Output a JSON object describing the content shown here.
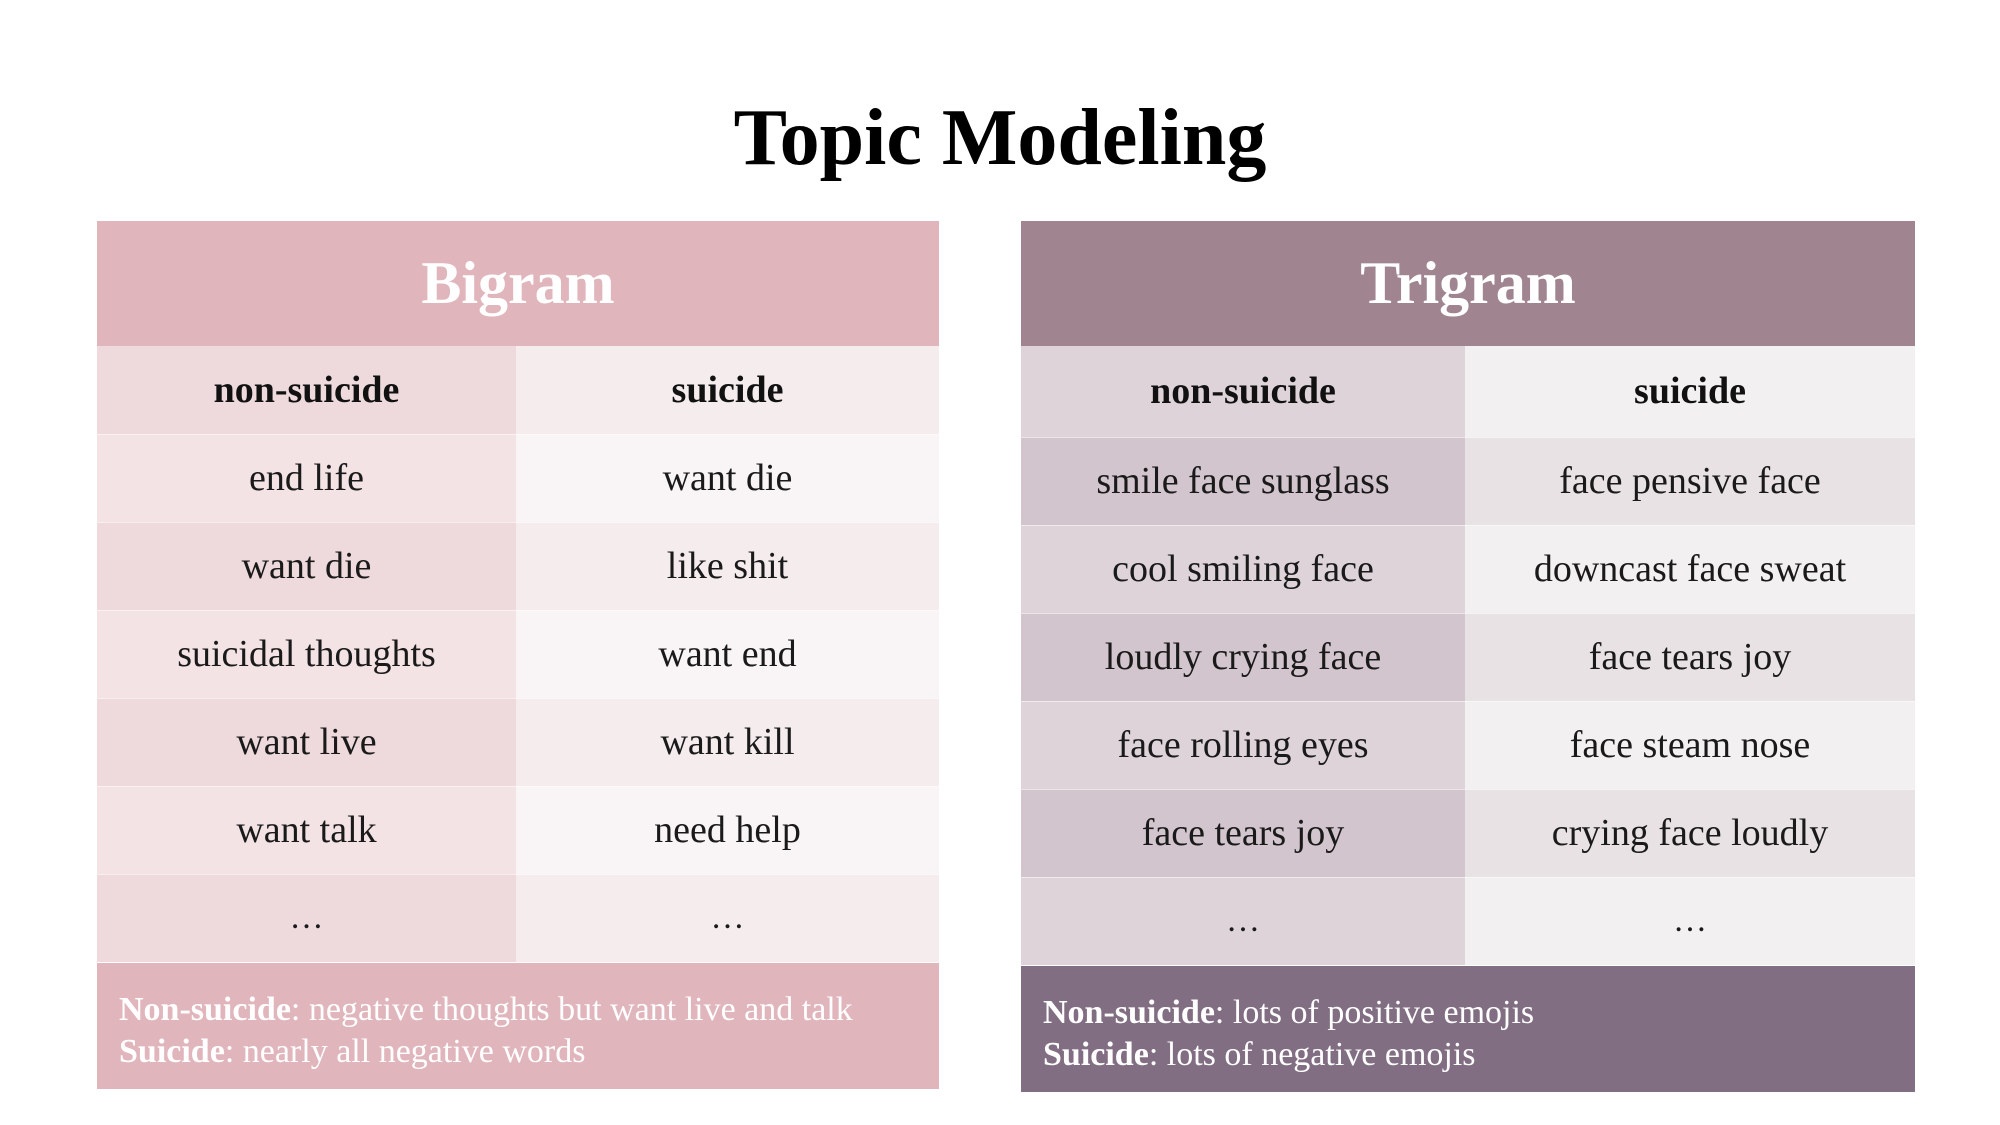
{
  "title": "Topic Modeling",
  "colors": {
    "bigram_header": "#e0b5bc",
    "bigram_col1_light": "#f3e3e5",
    "bigram_col1_dark": "#eedadd",
    "bigram_col2_light": "#f9f4f5",
    "bigram_col2_dark": "#f5eced",
    "trigram_header": "#a08590",
    "trigram_col1_light": "#ded3d9",
    "trigram_col1_dark": "#d3c5cd",
    "trigram_col2_light": "#f2f0f1",
    "trigram_col2_dark": "#e8e2e5",
    "trigram_footer": "#826e82"
  },
  "bigram": {
    "title": "Bigram",
    "col1_header": "non-suicide",
    "col2_header": "suicide",
    "rows": [
      [
        "end life",
        "want die"
      ],
      [
        "want die",
        "like shit"
      ],
      [
        "suicidal thoughts",
        "want end"
      ],
      [
        "want live",
        "want kill"
      ],
      [
        "want talk",
        "need help"
      ],
      [
        "…",
        "…"
      ]
    ],
    "footer": {
      "line1_label": "Non-suicide",
      "line1_text": ": negative thoughts but want live and talk",
      "line2_label": "Suicide",
      "line2_text": ": nearly all negative words"
    }
  },
  "trigram": {
    "title": "Trigram",
    "col1_header": "non-suicide",
    "col2_header": "suicide",
    "rows": [
      [
        "smile face sunglass",
        "face pensive face"
      ],
      [
        "cool smiling face",
        "downcast face sweat"
      ],
      [
        "loudly crying face",
        "face tears joy"
      ],
      [
        "face rolling eyes",
        "face steam nose"
      ],
      [
        "face tears joy",
        "crying face loudly"
      ],
      [
        "…",
        "…"
      ]
    ],
    "footer": {
      "line1_label": "Non-suicide",
      "line1_text": ": lots of positive emojis",
      "line2_label": "Suicide",
      "line2_text": ": lots of negative emojis"
    }
  }
}
